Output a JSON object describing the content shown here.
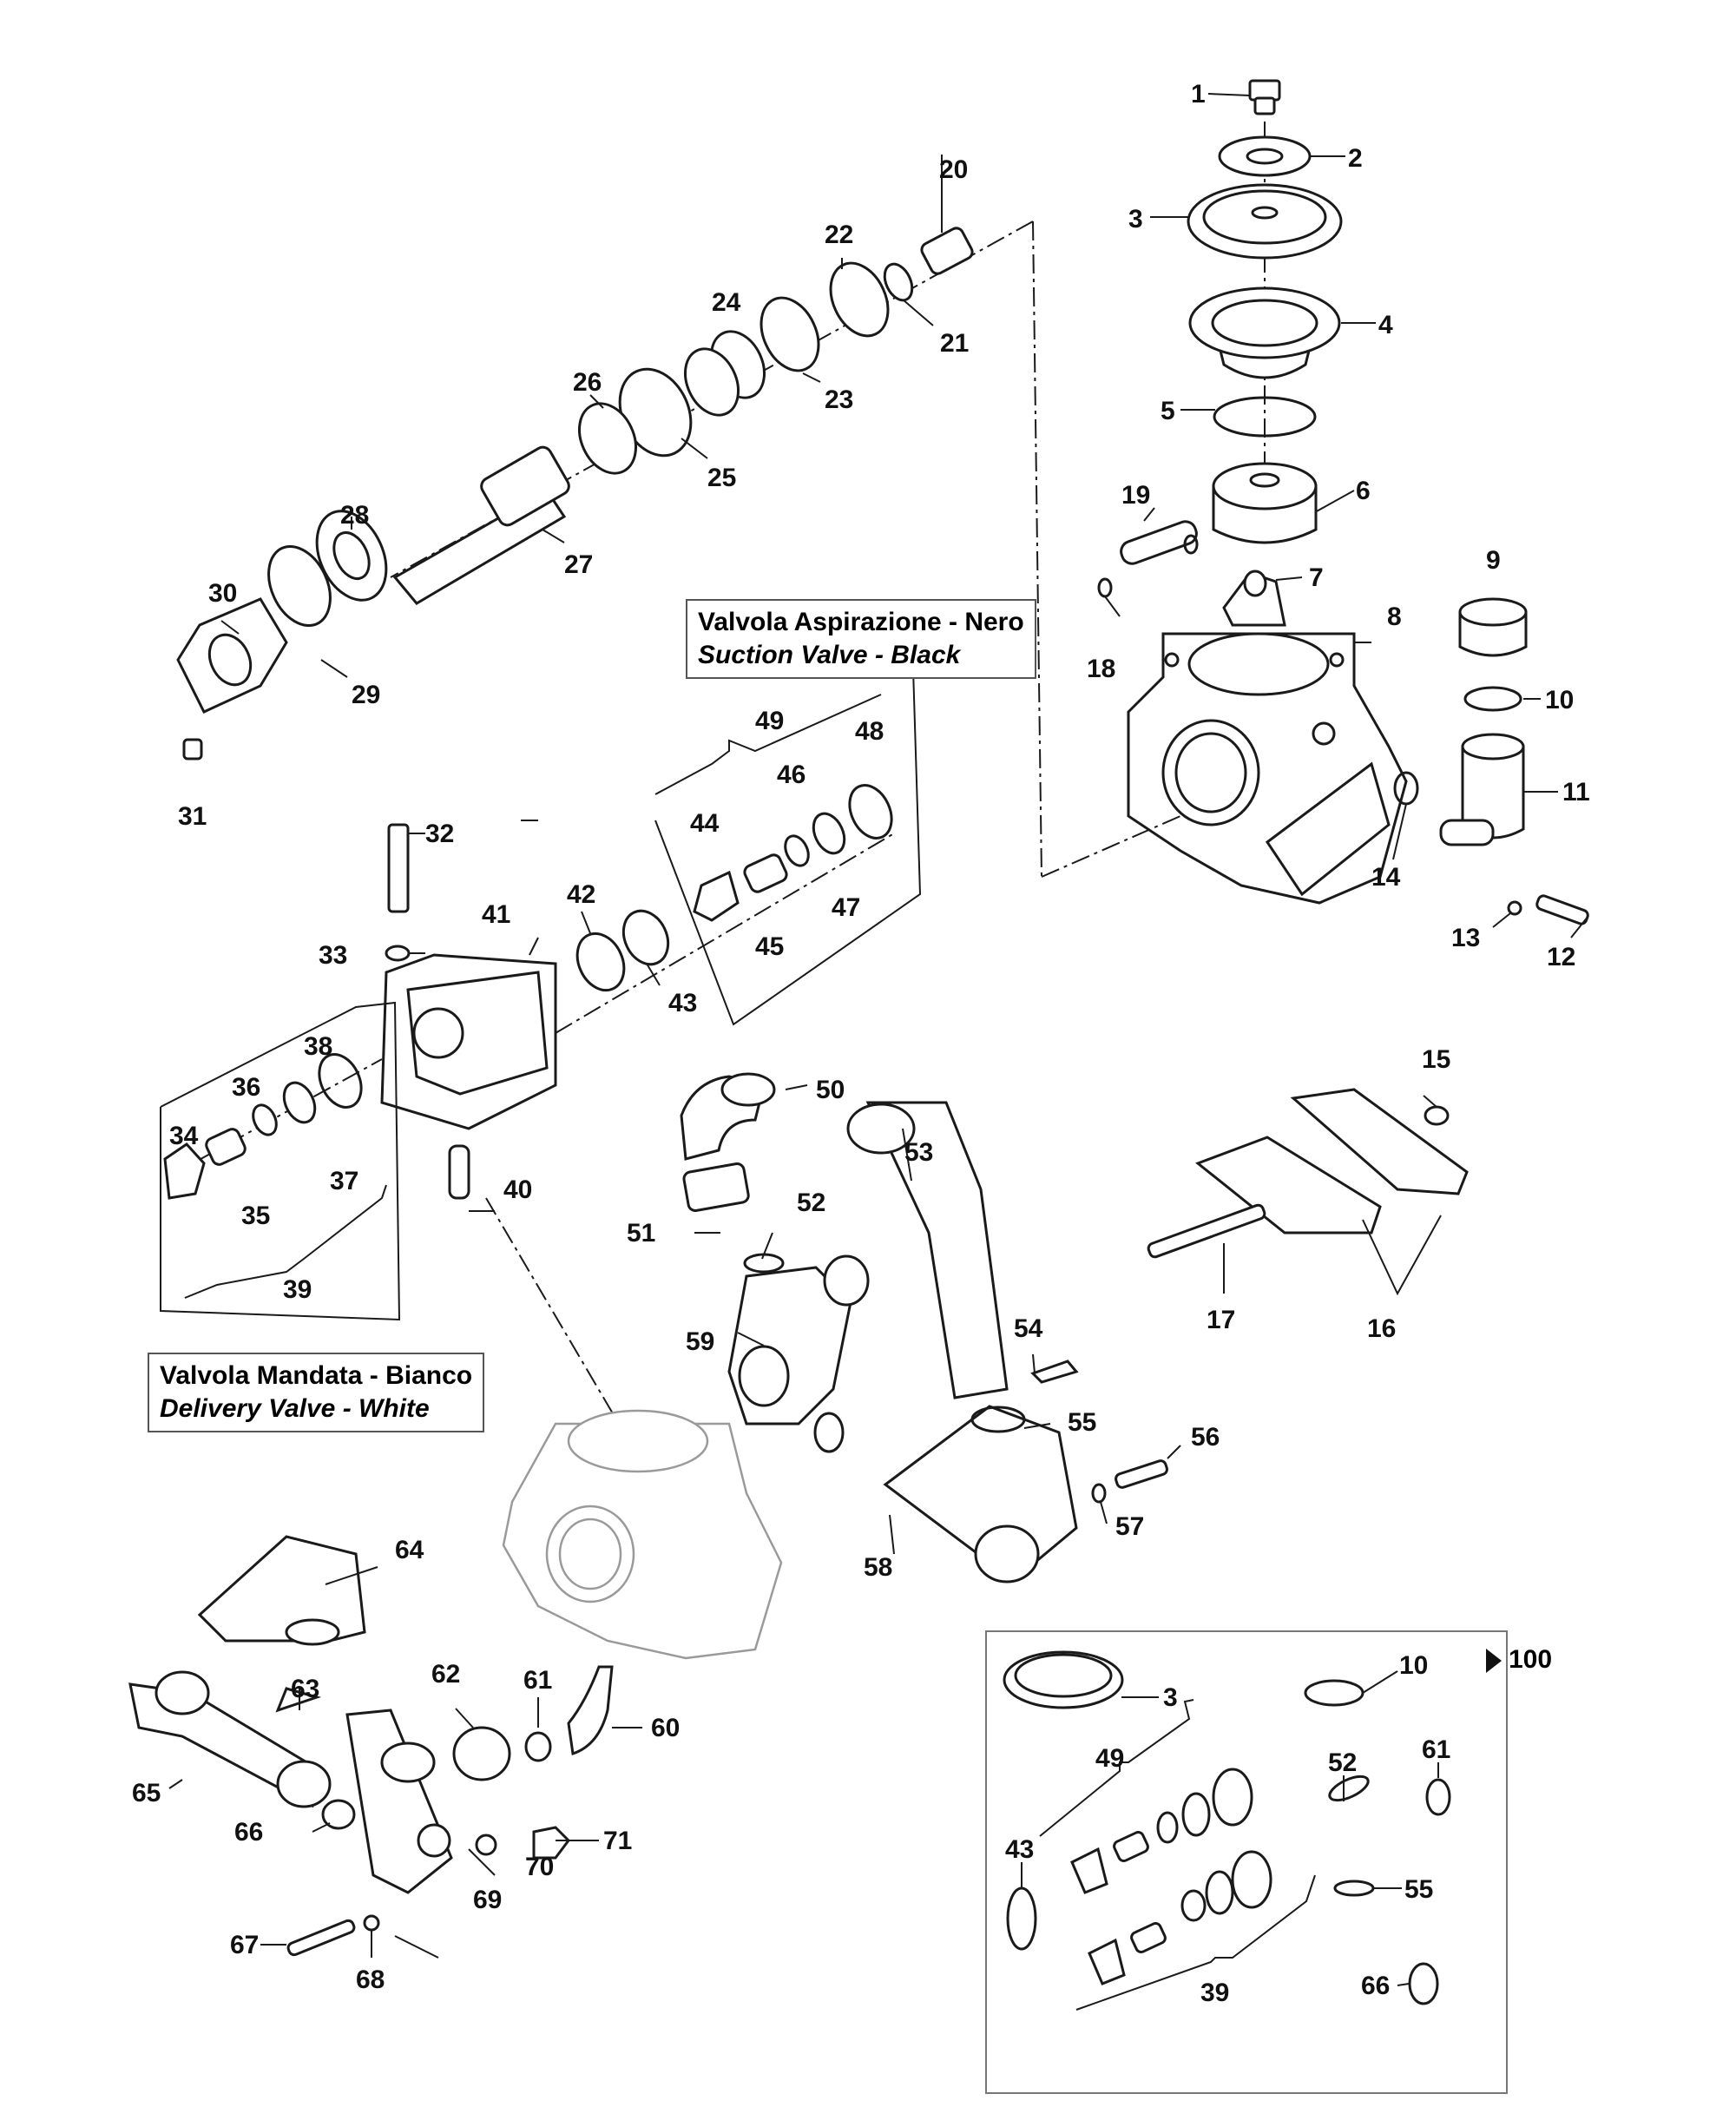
{
  "notes": {
    "suction_valve": {
      "line1": "Valvola Aspirazione - Nero",
      "line2": "Suction Valve - Black"
    },
    "delivery_valve": {
      "line1": "Valvola Mandata - Bianco",
      "line2": "Delivery Valve - White"
    }
  },
  "kit": {
    "label": "100",
    "callouts": [
      "3",
      "10",
      "61",
      "49",
      "52",
      "43",
      "55",
      "39",
      "66"
    ]
  },
  "callouts": [
    "1",
    "2",
    "3",
    "4",
    "5",
    "6",
    "7",
    "8",
    "9",
    "10",
    "11",
    "12",
    "13",
    "14",
    "15",
    "16",
    "17",
    "18",
    "19",
    "20",
    "21",
    "22",
    "23",
    "24",
    "25",
    "26",
    "27",
    "28",
    "29",
    "30",
    "31",
    "32",
    "33",
    "34",
    "35",
    "36",
    "37",
    "38",
    "39",
    "40",
    "41",
    "42",
    "43",
    "44",
    "45",
    "46",
    "47",
    "48",
    "49",
    "50",
    "51",
    "52",
    "53",
    "54",
    "55",
    "56",
    "57",
    "58",
    "59",
    "60",
    "61",
    "62",
    "63",
    "64",
    "65",
    "66",
    "67",
    "68",
    "69",
    "70",
    "71"
  ]
}
